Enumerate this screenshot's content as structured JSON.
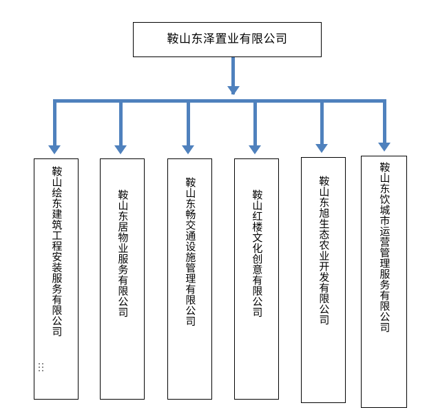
{
  "diagram": {
    "type": "organization-chart",
    "orientation": "top-down",
    "connector_color": "#4F81BD",
    "box_border_color": "#000000",
    "background_color": "#FFFFFF",
    "root": {
      "label": "鞍山东泽置业有限公司",
      "text_orientation": "horizontal"
    },
    "children": [
      {
        "label": "鞍山绘东建筑工程安装服务有限公司",
        "text_orientation": "vertical"
      },
      {
        "label": "鞍山东居物业服务有限公司",
        "text_orientation": "vertical"
      },
      {
        "label": "鞍山东畅交通设施管理有限公司",
        "text_orientation": "vertical"
      },
      {
        "label": "鞍山红楼文化创意有限公司",
        "text_orientation": "vertical"
      },
      {
        "label": "鞍山东旭生态农业开发有限公司",
        "text_orientation": "vertical"
      },
      {
        "label": "鞍山东饮城市运营管理服务有限公司",
        "text_orientation": "vertical"
      }
    ],
    "markers": [
      {
        "name": "dot-grid-handle",
        "shape": "2x3-dot-grid",
        "color": "#8A8A8A"
      }
    ]
  }
}
